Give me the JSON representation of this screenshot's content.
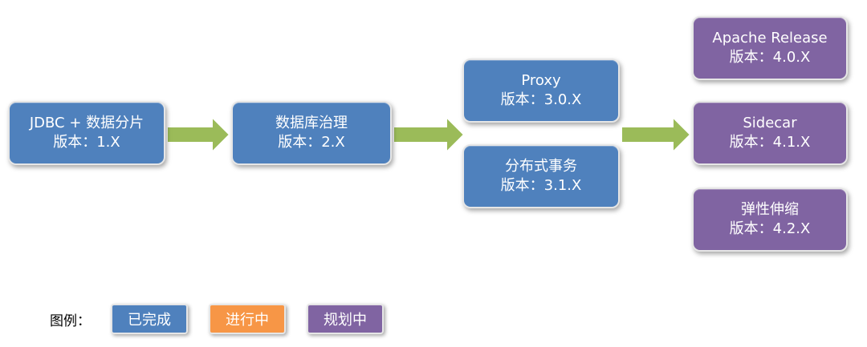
{
  "nodes": {
    "jdbc": {
      "title": "JDBC + 数据分片",
      "version": "版本：1.X"
    },
    "governance": {
      "title": "数据库治理",
      "version": "版本：2.X"
    },
    "proxy": {
      "title": "Proxy",
      "version": "版本：3.0.X"
    },
    "transaction": {
      "title": "分布式事务",
      "version": "版本：3.1.X"
    },
    "apache": {
      "title": "Apache Release",
      "version": "版本：4.0.X"
    },
    "sidecar": {
      "title": "Sidecar",
      "version": "版本：4.1.X"
    },
    "scaling": {
      "title": "弹性伸缩",
      "version": "版本：4.2.X"
    }
  },
  "legend": {
    "label": "图例：",
    "items": [
      {
        "label": "已完成",
        "color": "#4f81bd"
      },
      {
        "label": "进行中",
        "color": "#f79646"
      },
      {
        "label": "规划中",
        "color": "#8064a2"
      }
    ]
  },
  "colors": {
    "completed": "#4f81bd",
    "in_progress": "#f79646",
    "planned": "#8064a2",
    "arrow": "#9bbb59"
  }
}
